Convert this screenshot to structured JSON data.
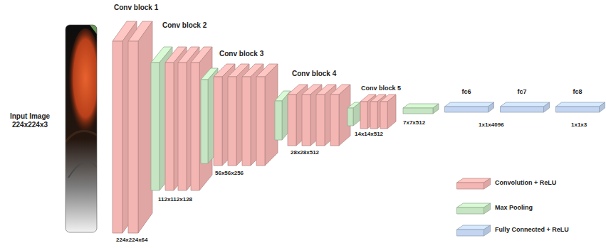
{
  "diagram": {
    "nodes": [
      {
        "text": [
          "fc6"
        ]
      },
      {
        "text": [
          "fc7"
        ]
      },
      {
        "text": [
          "fc8"
        ]
      }
    ],
    "labels": [
      "Input Image 224x224x3",
      "Conv block 1",
      "224x224x64",
      "Conv block 2",
      "112x112x128",
      "Conv block 3",
      "56x56x256",
      "Conv block 4",
      "28x28x512",
      "Conv block 5",
      "14x14x512",
      "7x7x512",
      "1x1x4096",
      "1x1x3"
    ],
    "legend": [
      {
        "text": "Convolution + ReLU",
        "color": "#f4b6b2"
      },
      {
        "text": "Max Pooling",
        "color": "#c6e5c3"
      },
      {
        "text": "Fully Connected + ReLU",
        "color": "#c3d5f0"
      }
    ]
  }
}
